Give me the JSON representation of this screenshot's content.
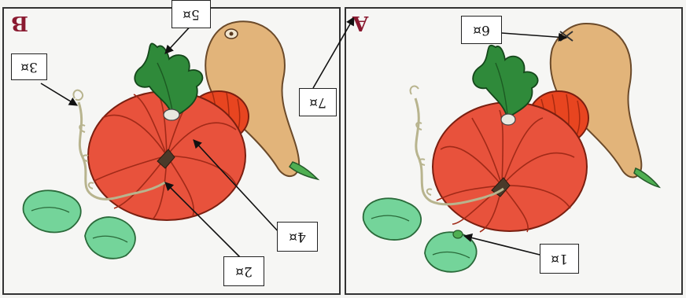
{
  "panels": {
    "left": {
      "mark": "B"
    },
    "right": {
      "mark": "A"
    }
  },
  "labels": {
    "l1": "1¤",
    "l2": "2¤",
    "l3": "3¤",
    "l4": "4¤",
    "l5": "5¤",
    "l6": "6¤",
    "l7": "7¤"
  },
  "colors": {
    "pumpkin": "#e8523c",
    "small_pumpkin": "#e84520",
    "gourd": "#e2b47a",
    "leaf_dark": "#2f8a3a",
    "leaf_light": "#74d49a",
    "vine": "#b8b48e"
  }
}
